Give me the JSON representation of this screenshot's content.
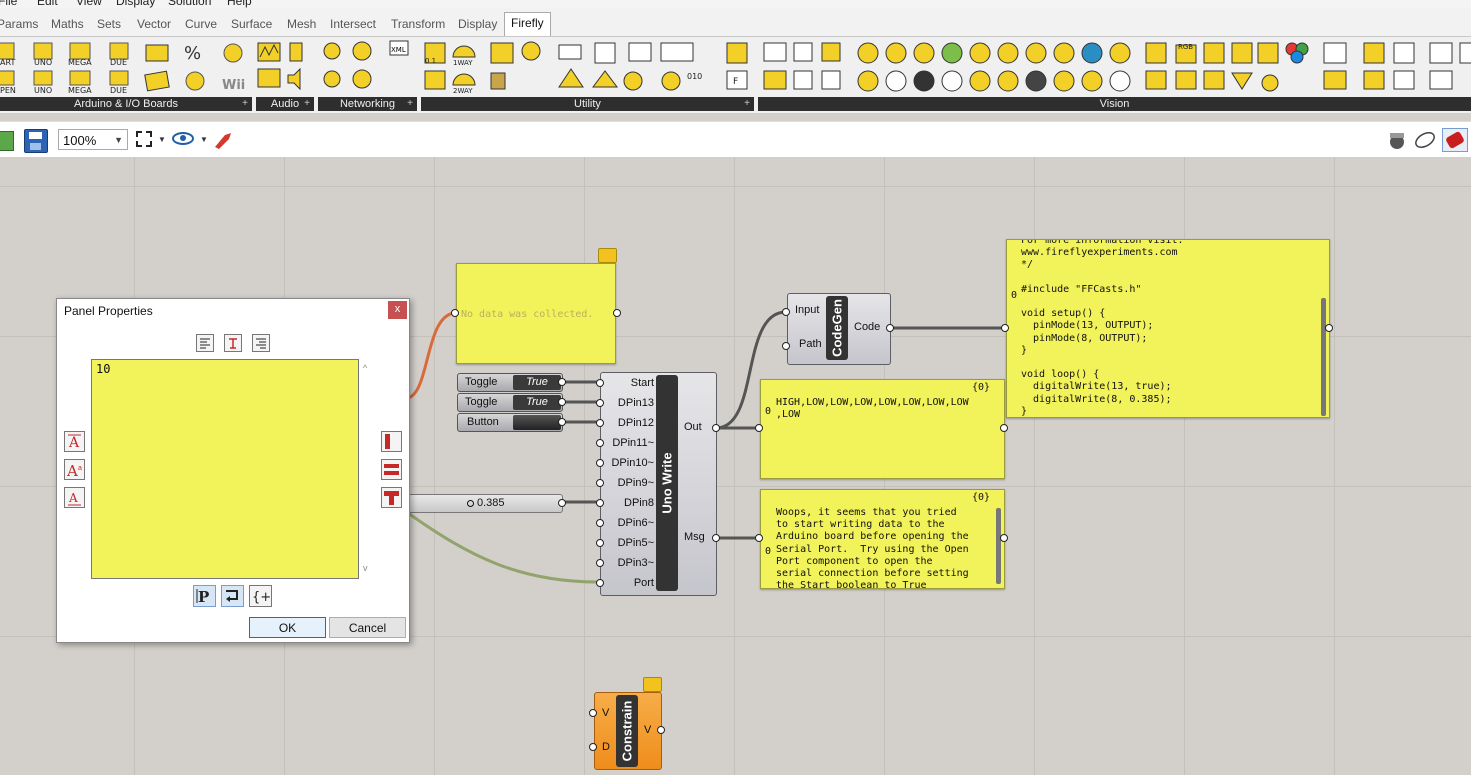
{
  "menu": [
    "File",
    "Edit",
    "View",
    "Display",
    "Solution",
    "Help"
  ],
  "tabs": [
    "Params",
    "Maths",
    "Sets",
    "Vector",
    "Curve",
    "Surface",
    "Mesh",
    "Intersect",
    "Transform",
    "Display",
    "Firefly"
  ],
  "active_tab": "Firefly",
  "ribbon_groups": [
    {
      "label": "Arduino & I/O Boards"
    },
    {
      "label": "Audio"
    },
    {
      "label": "Networking"
    },
    {
      "label": "Utility"
    },
    {
      "label": "Vision"
    }
  ],
  "ribbon_icon_text": {
    "start": "ART",
    "open": "PEN",
    "uno": "UNO",
    "mega": "MEGA",
    "due": "DUE",
    "wii": "Wii",
    "oneway": "1WAY",
    "twoway": "2WAY",
    "io": "0 1",
    "bits": "010",
    "xml": "XML",
    "f": "F",
    "rgb": "RGB"
  },
  "canvas_toolbar": {
    "zoom": "100%"
  },
  "nodes": {
    "top_panel": {
      "text": "No data was collected."
    },
    "toggle1": {
      "label": "Toggle",
      "value": "True"
    },
    "toggle2": {
      "label": "Toggle",
      "value": "True"
    },
    "button": {
      "label": "Button"
    },
    "slider": {
      "value": "0.385"
    },
    "uno_write": {
      "title": "Uno Write",
      "inputs": [
        "Start",
        "DPin13",
        "DPin12",
        "DPin11~",
        "DPin10~",
        "DPin9~",
        "DPin8",
        "DPin6~",
        "DPin5~",
        "DPin3~",
        "Port"
      ],
      "outputs": [
        "Out",
        "Msg"
      ]
    },
    "codegen": {
      "title": "CodeGen",
      "inputs": [
        "Input",
        "Path"
      ],
      "outputs": [
        "Code"
      ]
    },
    "code_panel": {
      "index": "0",
      "text": "For more information visit:\nwww.fireflyexperiments.com\n*/\n\n#include \"FFCasts.h\"\n\nvoid setup() {\n  pinMode(13, OUTPUT);\n  pinMode(8, OUTPUT);\n}\n\nvoid loop() {\n  digitalWrite(13, true);\n  digitalWrite(8, 0.385);\n}"
    },
    "out_panel": {
      "count": "{0}",
      "index": "0",
      "text": "HIGH,LOW,LOW,LOW,LOW,LOW,LOW,LOW\n,LOW"
    },
    "msg_panel": {
      "count": "{0}",
      "index": "0",
      "text": "Woops, it seems that you tried\nto start writing data to the\nArduino board before opening the\nSerial Port.  Try using the Open\nPort component to open the\nserial connection before setting\nthe Start boolean to True"
    },
    "constrain": {
      "title": "Constrain",
      "inputs": [
        "V",
        "D"
      ],
      "outputs": [
        "V"
      ]
    }
  },
  "dialog": {
    "title": "Panel Properties",
    "close": "x",
    "text": "10",
    "ok": "OK",
    "cancel": "Cancel"
  },
  "colors": {
    "panel": "#f2f25a",
    "wire_orange": "#d86a3c",
    "wire_green": "#93a36d",
    "constrain": "#f39b32",
    "canvas": "#d3d0cb"
  }
}
